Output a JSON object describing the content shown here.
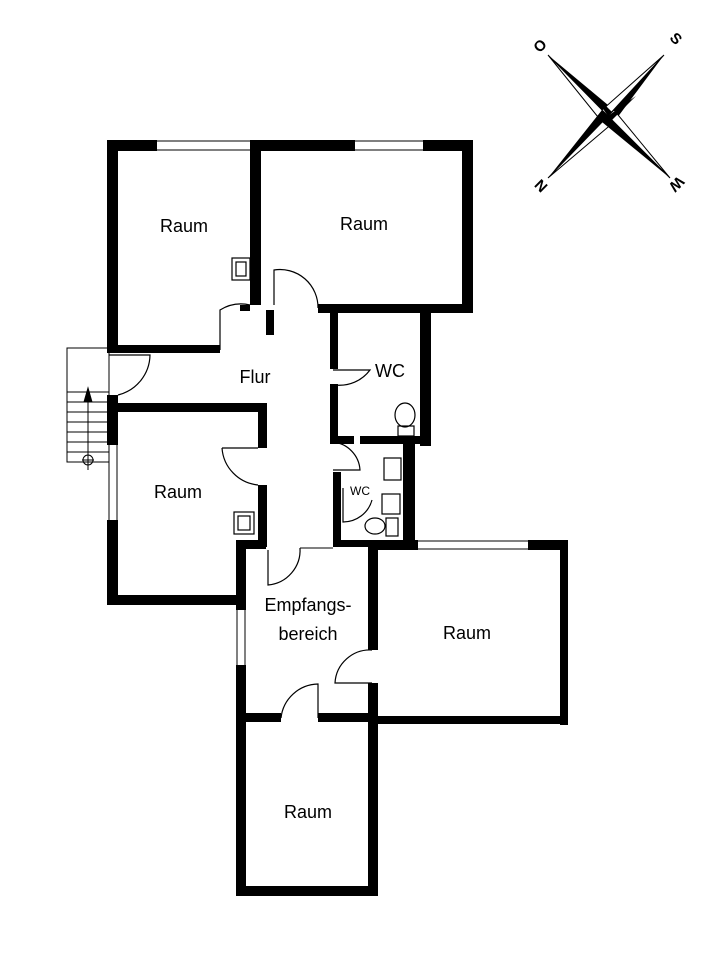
{
  "rooms": {
    "top_left": "Raum",
    "top_right": "Raum",
    "hall": "Flur",
    "wc_large": "WC",
    "wc_small": "WC",
    "middle_left": "Raum",
    "reception_line1": "Empfangs-",
    "reception_line2": "bereich",
    "right": "Raum",
    "bottom": "Raum"
  },
  "compass": {
    "north": "N",
    "south": "S",
    "west": "W",
    "east": "O"
  }
}
